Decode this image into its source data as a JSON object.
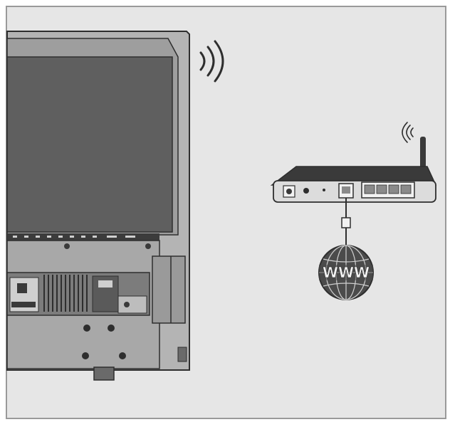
{
  "diagram": {
    "type": "wireless-network-connection",
    "colors": {
      "background": "#e6e6e6",
      "frame": "#9a9a9a",
      "tv_screen": "#5f5f5f",
      "tv_body": "#a9a9a9",
      "tv_panel": "#7c7c7c",
      "router_body": "#3a3a3a",
      "router_front": "#dcdcdc",
      "globe": "#4b4b4b",
      "line": "#2e2e2e"
    },
    "tv": {
      "name": "tv-rear-view",
      "wifi_signal": "wifi-signal-icon"
    },
    "router": {
      "name": "wireless-router",
      "wifi_signal": "wifi-signal-icon",
      "lan_ports": 4
    },
    "internet": {
      "label": "WWW",
      "icon": "globe-icon"
    },
    "connection": {
      "from": "router-wan-port",
      "to": "internet-globe",
      "cable": "ethernet-cable"
    }
  }
}
